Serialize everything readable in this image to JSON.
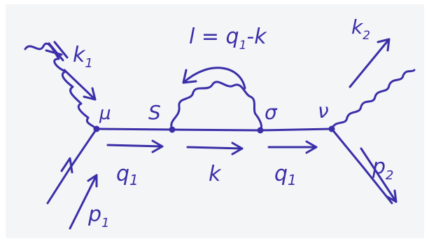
{
  "diagram": {
    "ink_color": "#3a2fa8",
    "labels": {
      "k1": "k",
      "k1_sub": "1",
      "k2": "k",
      "k2_sub": "2",
      "loop_momentum": "l = q",
      "loop_momentum_sub": "1",
      "loop_momentum_tail": "-k",
      "mu": "μ",
      "s": "S",
      "sigma": "σ",
      "nu": "ν",
      "q1_left": "q",
      "q1_left_sub": "1",
      "k_mid": "k",
      "q1_right": "q",
      "q1_right_sub": "1",
      "p1": "p",
      "p1_sub": "1",
      "p2": "p",
      "p2_sub": "2"
    }
  }
}
